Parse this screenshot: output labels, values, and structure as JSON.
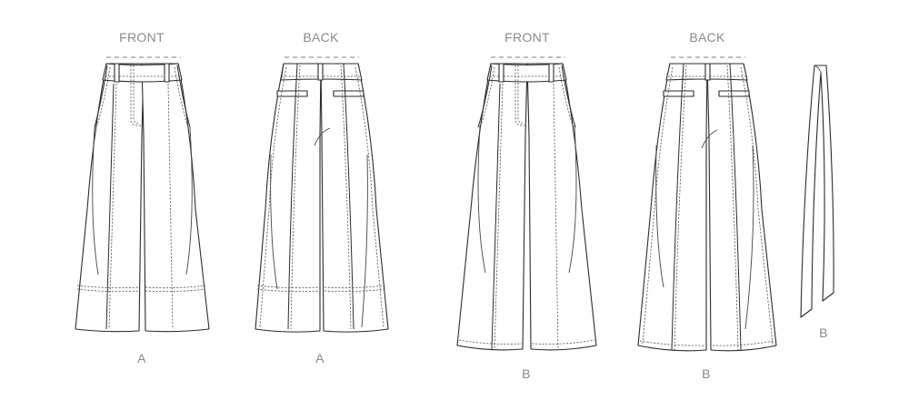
{
  "figure": {
    "description": "Technical flat sketches of wide-leg pants, views A and B, front and back, plus a tie belt for view B",
    "line_color": "#2b2b2b",
    "label_color": "#8a8a8a",
    "background": "#ffffff"
  },
  "views": [
    {
      "id": "a-front",
      "heading": "FRONT",
      "view_label": "A"
    },
    {
      "id": "a-back",
      "heading": "BACK",
      "view_label": "A"
    },
    {
      "id": "b-front",
      "heading": "FRONT",
      "view_label": "B"
    },
    {
      "id": "b-back",
      "heading": "BACK",
      "view_label": "B"
    },
    {
      "id": "b-belt",
      "heading": "",
      "view_label": "B"
    }
  ]
}
